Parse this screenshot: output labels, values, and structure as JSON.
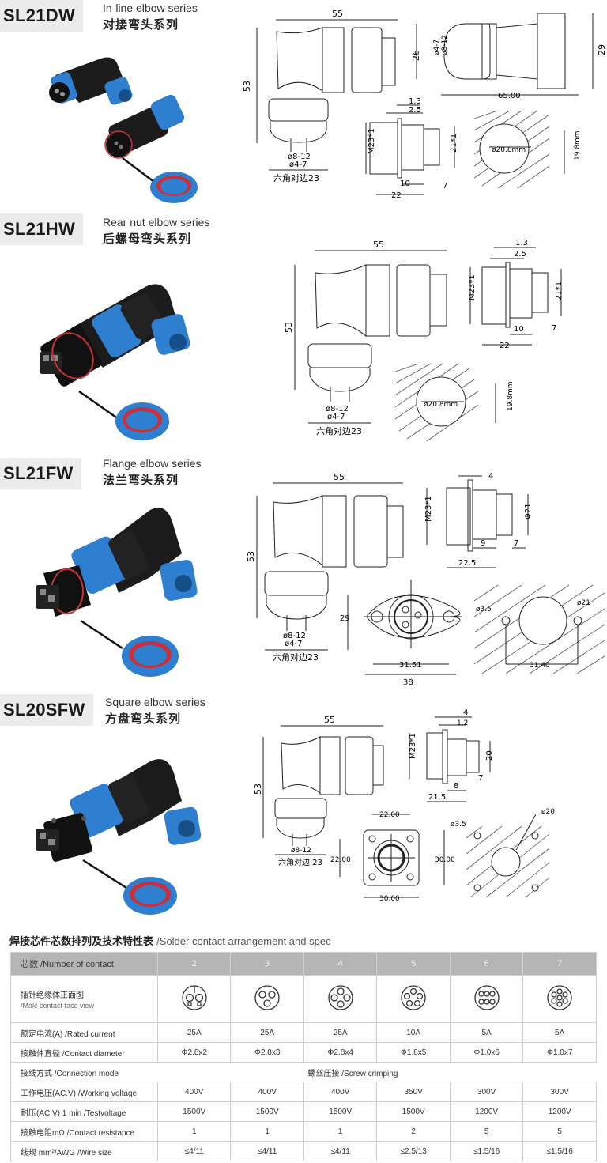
{
  "series": [
    {
      "model": "SL21DW",
      "name_en": "In-line elbow series",
      "name_zh": "对接弯头系列",
      "dimensions": {
        "width": "55",
        "height": "53",
        "cable_dia_1": "ø8-12",
        "cable_dia_2": "ø4-7",
        "hex": "六角对边23",
        "side_h1": "26",
        "side_cable_1": "ø4-7",
        "side_cable_2": "ø8-12",
        "side_h2": "29",
        "side_len": "65.00",
        "panel_t1": "1.3",
        "panel_t2": "2.5",
        "thread": "M23*1",
        "dia_inner": "21*1",
        "len_10": "10",
        "len_7": "7",
        "len_22": "22",
        "cutout_dia": "ø20.8mm",
        "cutout_flat": "19.8mm"
      }
    },
    {
      "model": "SL21HW",
      "name_en": "Rear nut elbow series",
      "name_zh": "后螺母弯头系列",
      "dimensions": {
        "width": "55",
        "height": "53",
        "cable_dia_1": "ø8-12",
        "cable_dia_2": "ø4-7",
        "hex": "六角对边23",
        "panel_t1": "1.3",
        "panel_t2": "2.5",
        "thread": "M23*1",
        "dia_inner": "21*1",
        "len_10": "10",
        "len_7": "7",
        "len_22": "22",
        "cutout_dia": "ø20.8mm",
        "cutout_flat": "19.8mm"
      }
    },
    {
      "model": "SL21FW",
      "name_en": "Flange elbow series",
      "name_zh": "法兰弯头系列",
      "dimensions": {
        "width": "55",
        "height": "53",
        "cable_dia_1": "ø8-12",
        "cable_dia_2": "ø4-7",
        "hex": "六角对边23",
        "flange_t": "4",
        "thread": "M23*1",
        "dia": "Φ21",
        "len_9": "9",
        "len_7": "7",
        "len_total": "22.5",
        "flange_h": "29",
        "hole_pitch": "31.51",
        "flange_w": "38",
        "hole_dia": "ø3.5",
        "cutout_dia": "ø21",
        "cutout_pitch": "31.40"
      }
    },
    {
      "model": "SL20SFW",
      "name_en": "Square elbow series",
      "name_zh": "方盘弯头系列",
      "dimensions": {
        "width": "55",
        "height": "53",
        "cable_dia_1": "ø8-12",
        "hex": "六角对边 23",
        "flange_t": "4",
        "flange_t2": "1.2",
        "thread": "M23*1",
        "dia": "20",
        "len_8": "8",
        "len_7": "7",
        "len_total": "21.5",
        "hole_pitch_x": "22.00",
        "hole_pitch_y": "22.00",
        "square_w": "30.00",
        "square_h": "30.00",
        "hole_dia": "ø3.5",
        "cutout_dia": "ø20"
      }
    }
  ],
  "spec_table": {
    "title_zh": "焊接芯件芯数排列及技术特性表",
    "title_en": "/Solder contact arrangement and spec",
    "header": {
      "label": "芯数  /Number of contact",
      "values": [
        "2",
        "3",
        "4",
        "5",
        "6",
        "7"
      ]
    },
    "face_view": {
      "label_zh": "插针绝缘体正面图",
      "label_en": "/Malc contact face view"
    },
    "rows": [
      {
        "label": "额定电流(A)  /Rated current",
        "values": [
          "25A",
          "25A",
          "25A",
          "10A",
          "5A",
          "5A"
        ]
      },
      {
        "label": "接触件直径  /Contact diameter",
        "values": [
          "Φ2.8x2",
          "Φ2.8x3",
          "Φ2.8x4",
          "Φ1.8x5",
          "Φ1.0x6",
          "Φ1.0x7"
        ]
      }
    ],
    "connection": {
      "label": "接线方式  /Connection mode",
      "value": "螺丝压接 /Screw crimping"
    },
    "rows2": [
      {
        "label": "工作电压(AC.V)  /Working voltage",
        "values": [
          "400V",
          "400V",
          "400V",
          "350V",
          "300V",
          "300V"
        ]
      },
      {
        "label": "耐压(AC.V) 1 min  /Testvoltage",
        "values": [
          "1500V",
          "1500V",
          "1500V",
          "1500V",
          "1200V",
          "1200V"
        ]
      },
      {
        "label": "接触电阻mΩ  /Contact resistance",
        "values": [
          "1",
          "1",
          "1",
          "2",
          "5",
          "5"
        ]
      },
      {
        "label": "线规 mm²/AWG  /Wire size",
        "values": [
          "≤4/11",
          "≤4/11",
          "≤4/11",
          "≤2.5/13",
          "≤1.5/16",
          "≤1.5/16"
        ]
      }
    ]
  },
  "colors": {
    "connector_blue": "#2f7fd0",
    "connector_black": "#1c1c1c",
    "seal_red": "#c8303a",
    "table_header": "#b5b5b5"
  }
}
